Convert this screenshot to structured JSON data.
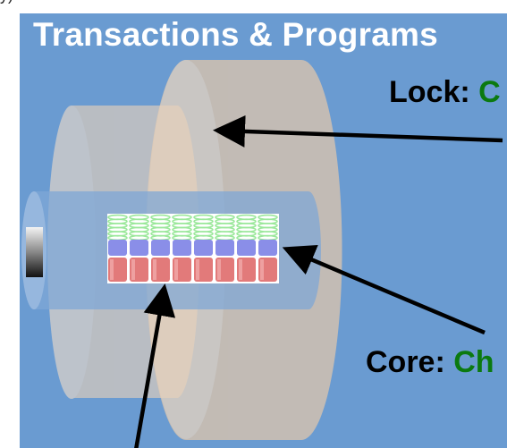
{
  "top_text": "y)",
  "title": "Transactions & Programs",
  "labels": {
    "lock": {
      "key": "Lock:",
      "value": "C"
    },
    "core": {
      "key": "Core:",
      "value": "Ch"
    }
  },
  "colors": {
    "background": "#6a9bd1",
    "cylinder_fill": "#e8c8a8",
    "value_text": "#0b7a10",
    "spring": "#9be89b",
    "middle_band": "#8a8ee8",
    "bottom_band": "#e27a7a"
  },
  "icons": [
    "arrow-icon"
  ]
}
